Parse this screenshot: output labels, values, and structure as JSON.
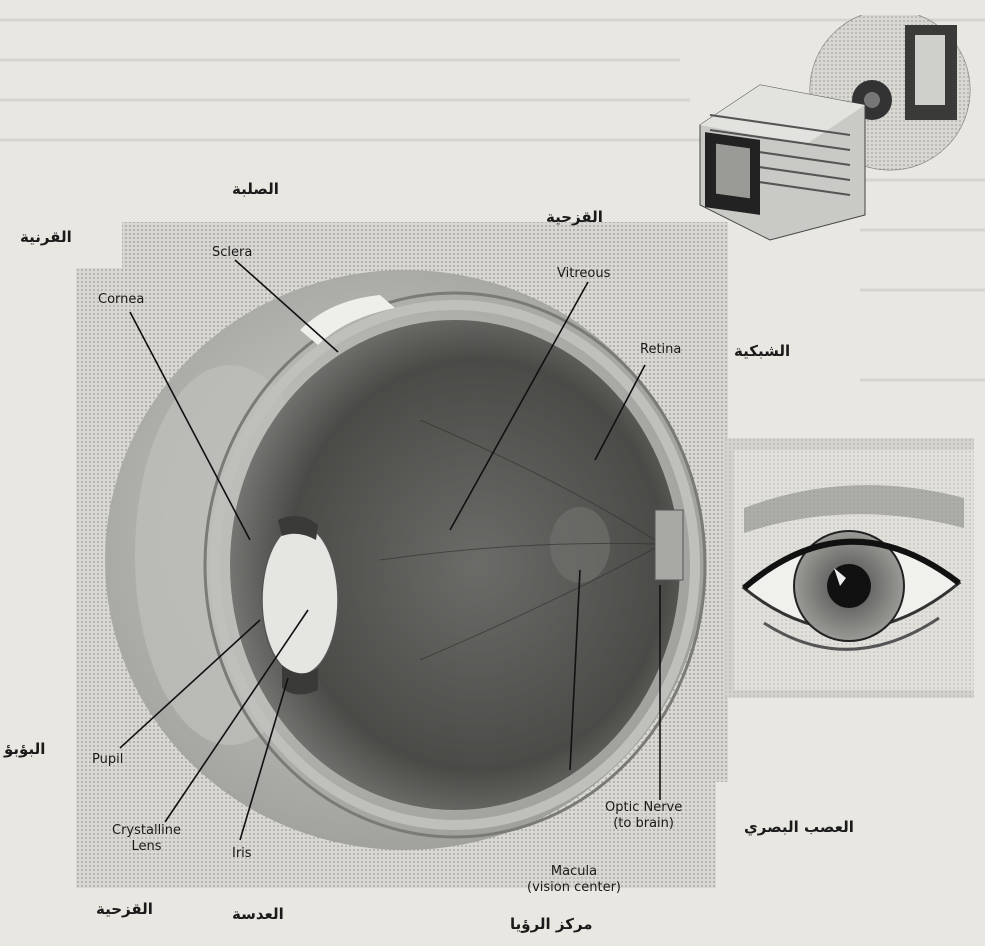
{
  "english_labels": {
    "sclera": "Sclera",
    "cornea": "Cornea",
    "vitreous": "Vitreous",
    "retina": "Retina",
    "pupil": "Pupil",
    "lens_line1": "Crystalline",
    "lens_line2": "Lens",
    "iris": "Iris",
    "optic_line1": "Optic Nerve",
    "optic_line2": "(to brain)",
    "macula_line1": "Macula",
    "macula_line2": "(vision center)"
  },
  "arabic_labels": {
    "sclera": "الصلبة",
    "cornea": "القرنية",
    "iris_top": "القزحية",
    "retina": "الشبكية",
    "pupil": "البؤبؤ",
    "optic_nerve": "العصب البصري",
    "iris_bottom": "القزحية",
    "lens": "العدسة",
    "macula": "مركز الرؤيا"
  },
  "colors": {
    "page": "#e9e7e2",
    "dark_tone": "#3a3a3a",
    "mid_tone": "#8a8a8a",
    "light_tone": "#d4d4d0",
    "ink": "#1a1a1a"
  }
}
